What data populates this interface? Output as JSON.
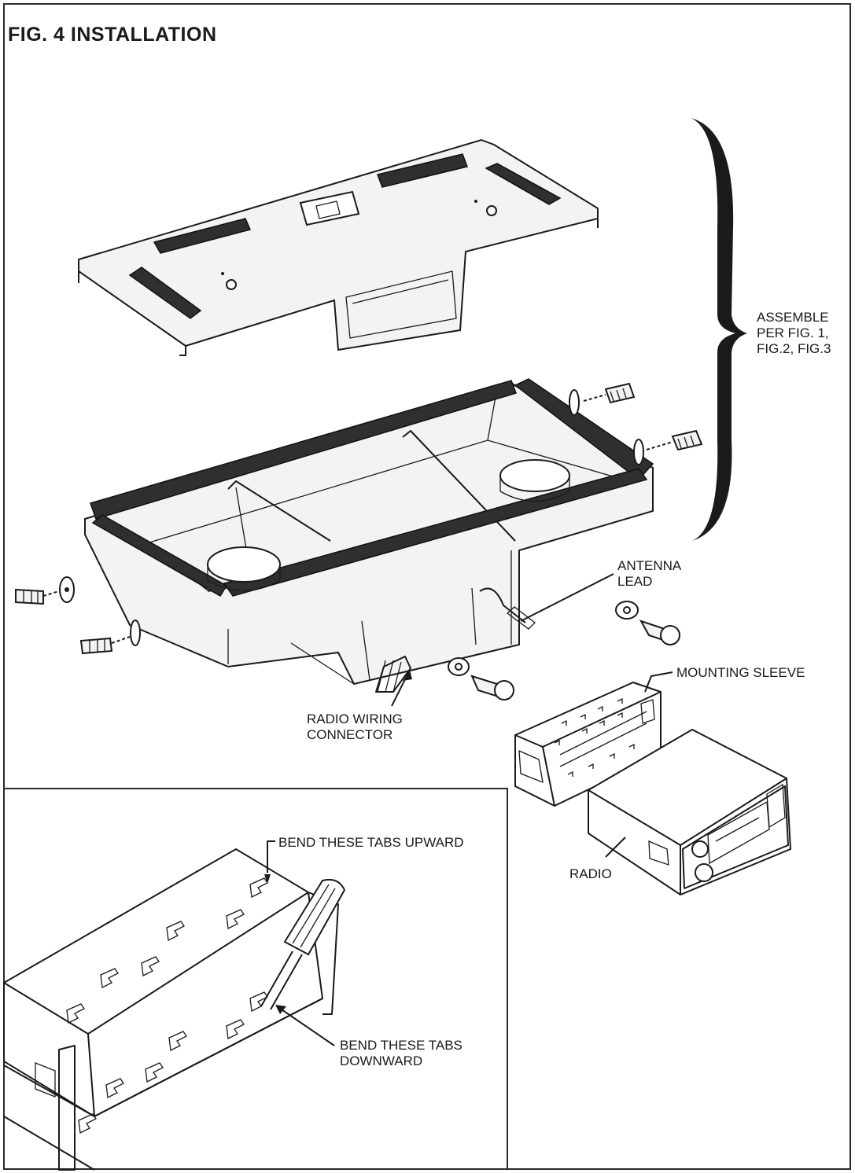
{
  "figure": {
    "title": "FIG. 4 INSTALLATION"
  },
  "labels": {
    "assemble_line1": "ASSEMBLE",
    "assemble_line2": "PER FIG. 1,",
    "assemble_line3": "FIG.2, FIG.3",
    "antenna_line1": "ANTENNA",
    "antenna_line2": "LEAD",
    "mounting_sleeve": "MOUNTING SLEEVE",
    "wiring_line1": "RADIO WIRING",
    "wiring_line2": "CONNECTOR",
    "radio": "RADIO",
    "tabs_upward": "BEND THESE TABS UPWARD",
    "tabs_down_line1": "BEND THESE TABS",
    "tabs_down_line2": "DOWNWARD"
  }
}
